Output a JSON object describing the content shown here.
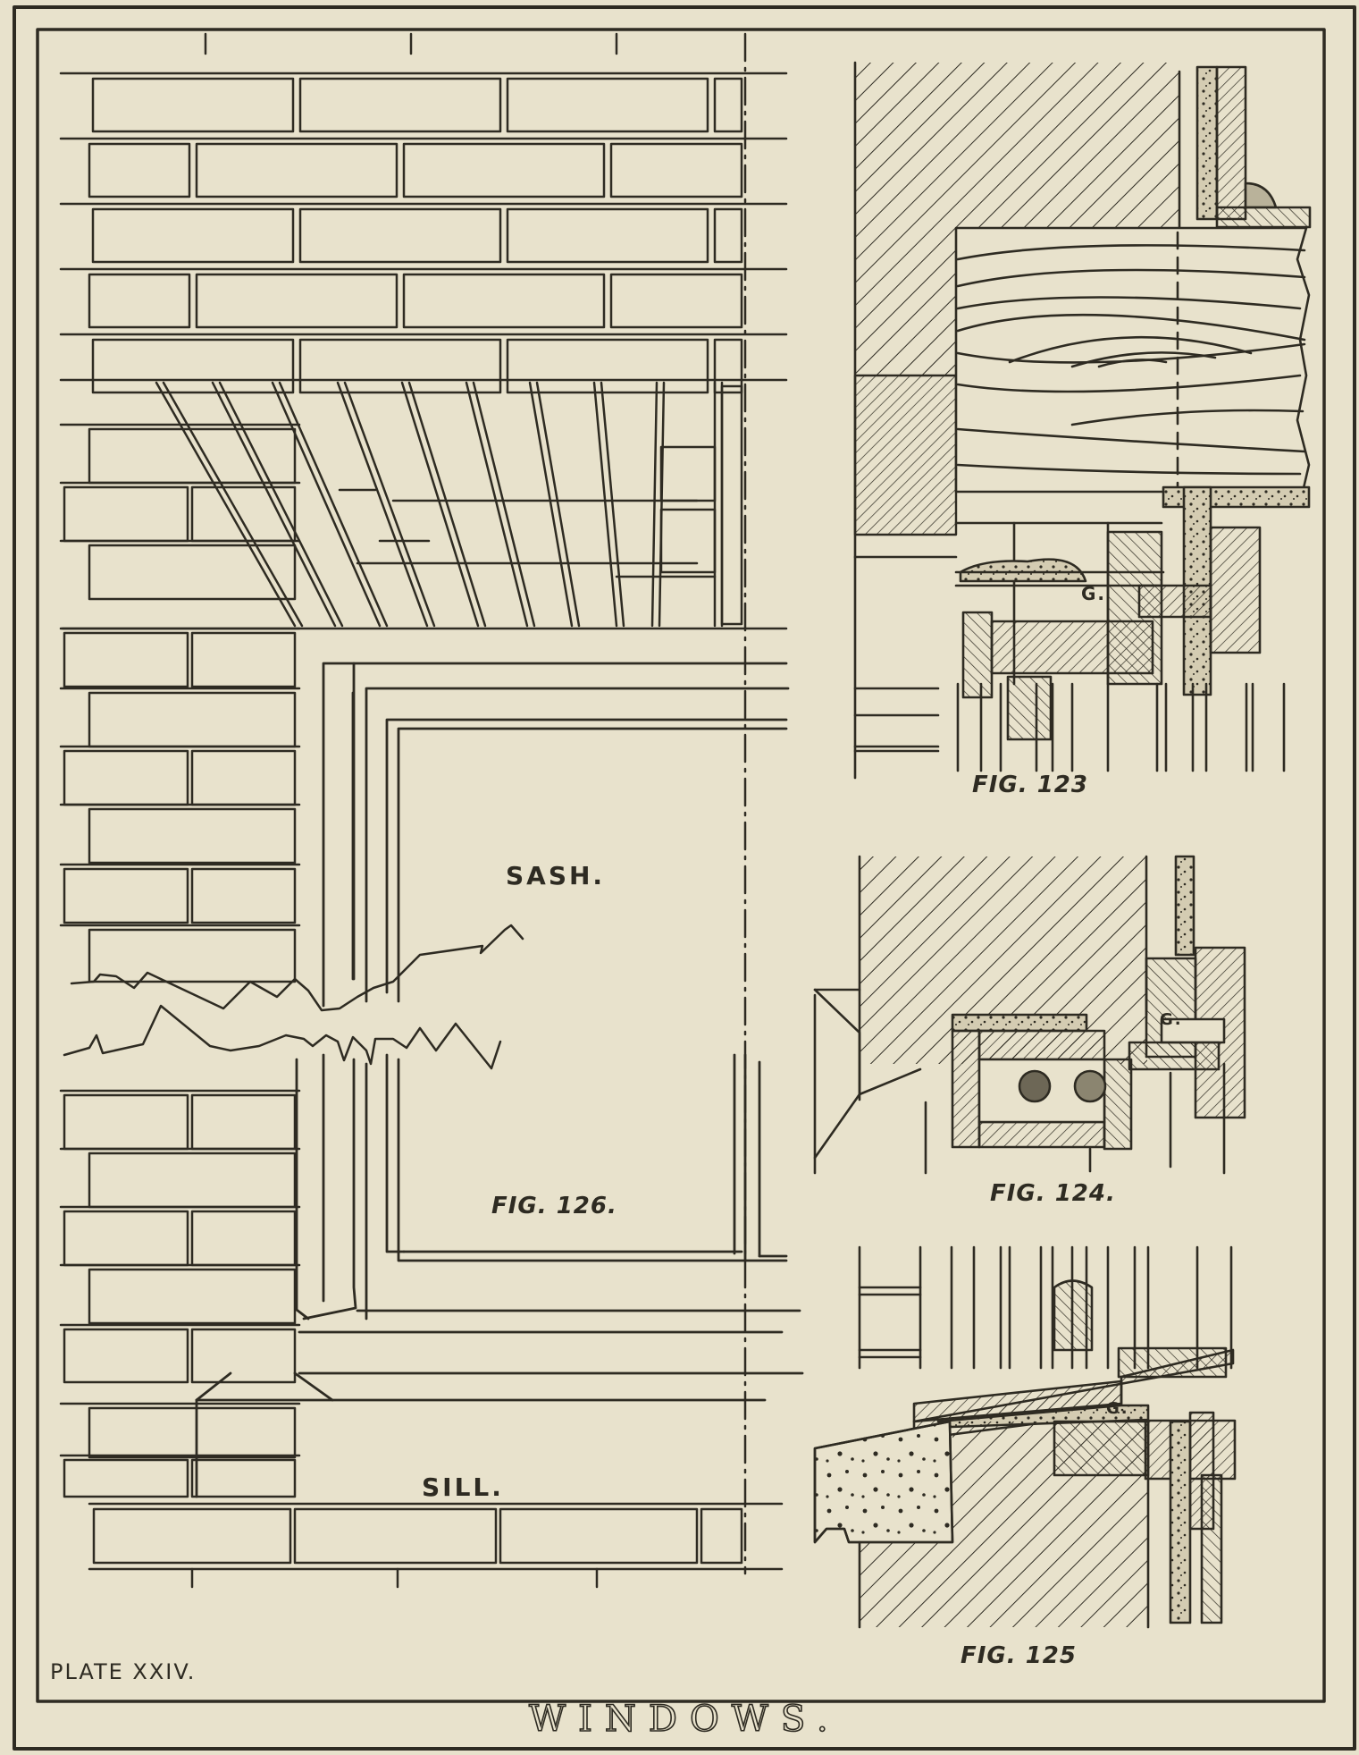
{
  "plate": {
    "title": "WINDOWS.",
    "plate_number": "PLATE XXIV.",
    "colors": {
      "paper": "#e8e2cc",
      "ink": "#2e2b22",
      "tone": "#cfc8b0"
    }
  },
  "figures": [
    {
      "id": "fig-123",
      "label": "FIG. 123",
      "description": "Section through head of window with steel lintel and wood lintel"
    },
    {
      "id": "fig-124",
      "label": "FIG. 124.",
      "description": "Section through window head with concrete lintel and steel rods"
    },
    {
      "id": "fig-125",
      "label": "FIG. 125",
      "description": "Section through stone sill"
    },
    {
      "id": "fig-126",
      "label": "FIG. 126.",
      "description": "Elevation of brick wall with flat arch, sash and sill"
    }
  ],
  "annotations": {
    "sash": "SASH.",
    "sill": "SILL.",
    "glass_marker": "G."
  }
}
